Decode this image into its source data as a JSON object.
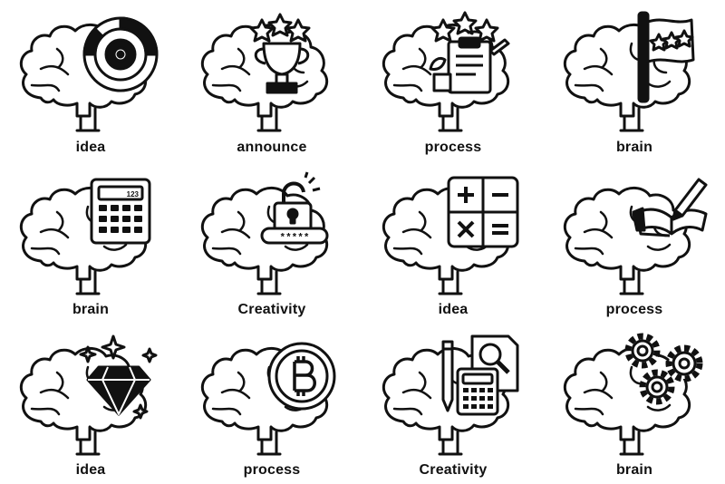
{
  "colors": {
    "ink": "#111111",
    "paper": "#ffffff"
  },
  "icons": [
    {
      "name": "brain-target-icon",
      "label": "idea"
    },
    {
      "name": "brain-trophy-icon",
      "label": "announce"
    },
    {
      "name": "brain-clipboard-icon",
      "label": "process"
    },
    {
      "name": "brain-flag-icon",
      "label": "brain"
    },
    {
      "name": "brain-calculator-icon",
      "label": "brain",
      "screen_text": "123"
    },
    {
      "name": "brain-padlock-icon",
      "label": "Creativity",
      "password_text": "*****"
    },
    {
      "name": "brain-math-keys-icon",
      "label": "idea"
    },
    {
      "name": "brain-book-pen-icon",
      "label": "process"
    },
    {
      "name": "brain-diamond-icon",
      "label": "idea"
    },
    {
      "name": "brain-bitcoin-icon",
      "label": "process"
    },
    {
      "name": "brain-office-tools-icon",
      "label": "Creativity"
    },
    {
      "name": "brain-gears-icon",
      "label": "brain"
    }
  ]
}
